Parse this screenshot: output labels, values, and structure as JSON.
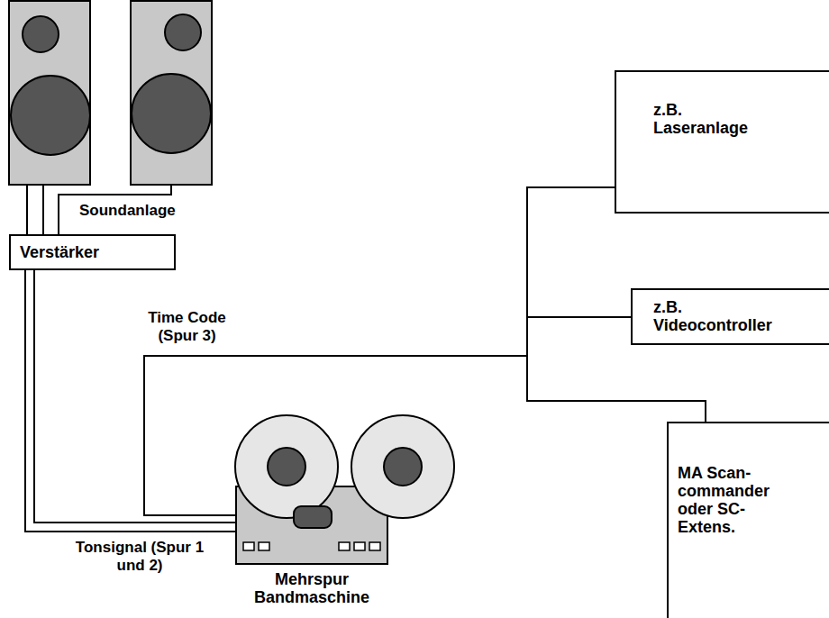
{
  "diagram": {
    "nodes": [
      {
        "text": [
          "Verstärker"
        ]
      },
      {
        "text": [
          "Mehrspur Bandmaschine"
        ]
      },
      {
        "text": [
          "z.B. Laseranlage"
        ]
      },
      {
        "text": [
          "z.B. Videocontroller"
        ]
      },
      {
        "text": [
          "MA Scan- commander oder SC-Extens."
        ]
      }
    ],
    "edges": [
      {
        "from": 1,
        "to": 0,
        "arrow": "none"
      },
      {
        "from": 1,
        "to": 2,
        "arrow": "none"
      },
      {
        "from": 1,
        "to": 3,
        "arrow": "none"
      },
      {
        "from": 1,
        "to": 4,
        "arrow": "none"
      }
    ],
    "labels": [
      "Soundanlage",
      "Time Code (Spur 3)",
      "Tonsignal (Spur 1 und 2)"
    ]
  }
}
